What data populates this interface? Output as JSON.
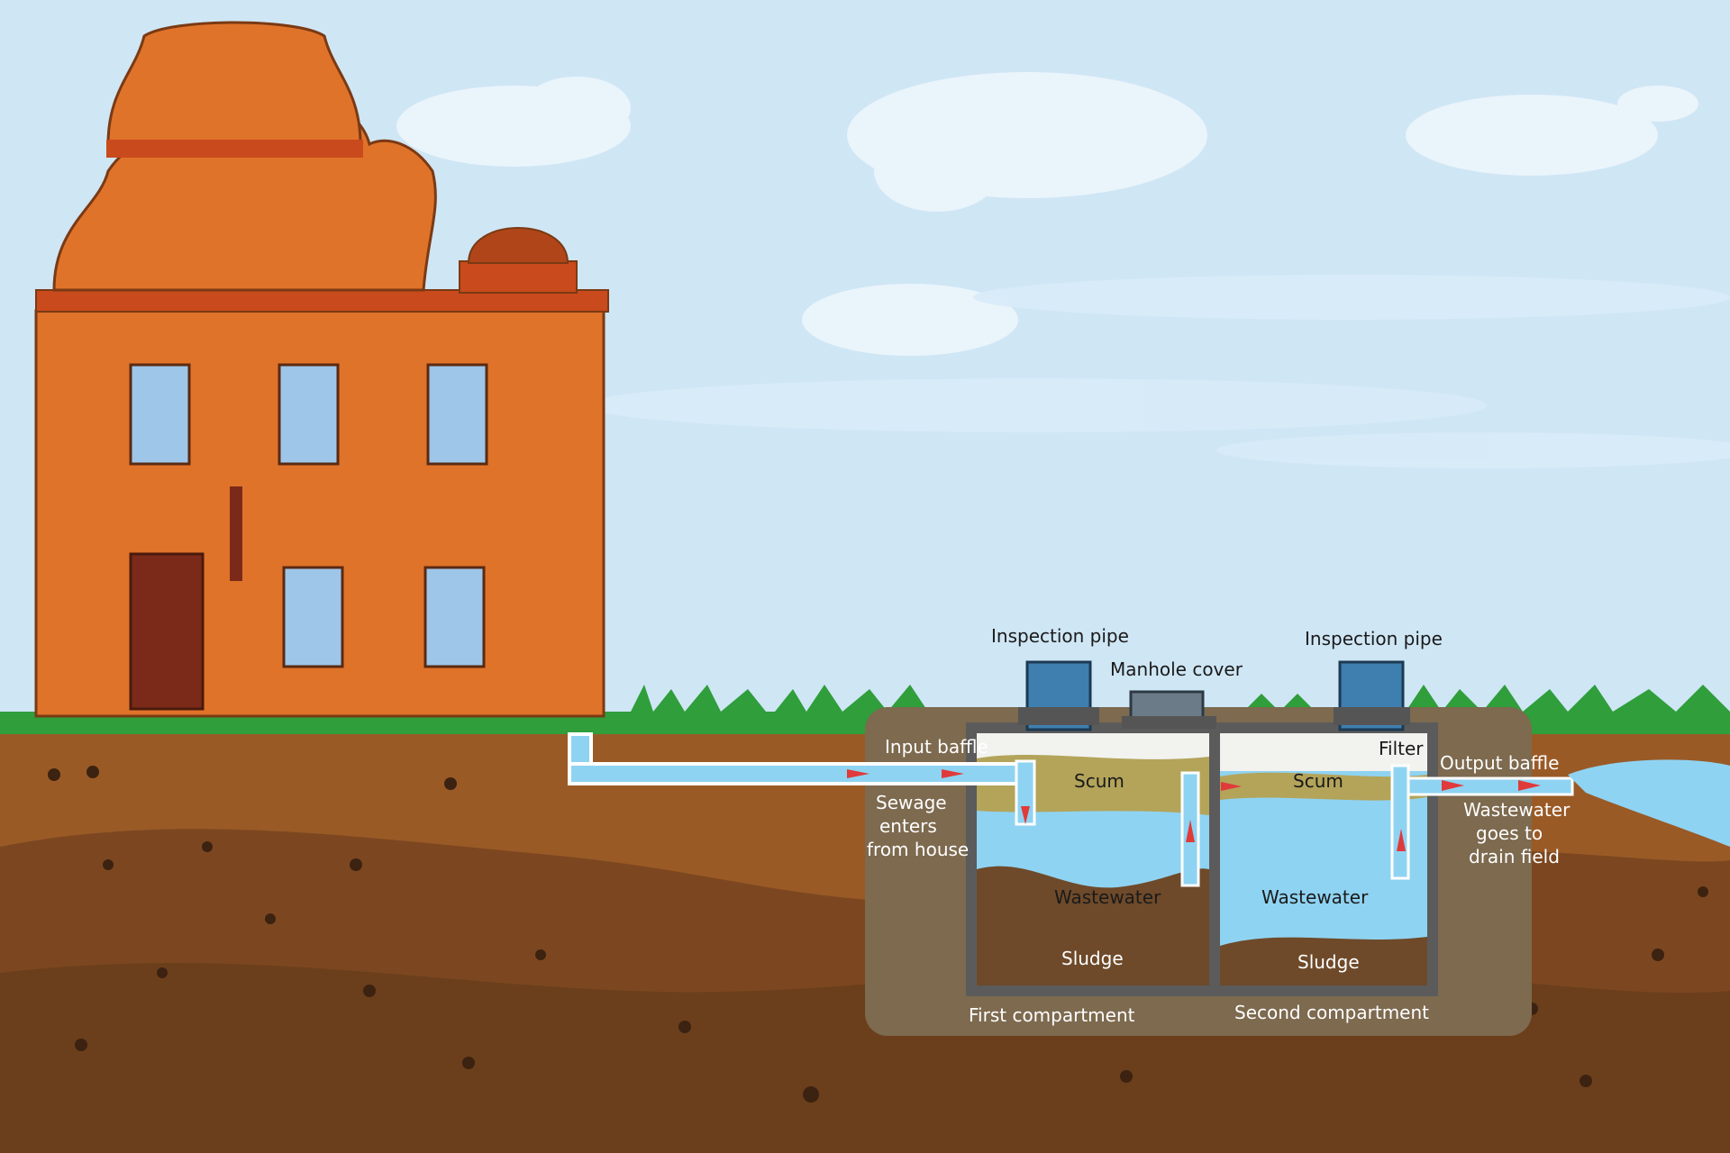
{
  "labels": {
    "inspection_pipe_1": "Inspection pipe",
    "inspection_pipe_2": "Inspection pipe",
    "manhole_cover": "Manhole cover",
    "input_baffle": "Input baffle",
    "filter": "Filter",
    "output_baffle": "Output baffle",
    "scum_1": "Scum",
    "scum_2": "Scum",
    "sewage_line1": "Sewage",
    "sewage_line2": "enters",
    "sewage_line3": "from house",
    "wastewater_1": "Wastewater",
    "wastewater_2": "Wastewater",
    "sludge_1": "Sludge",
    "sludge_2": "Sludge",
    "drain_line1": "Wastewater",
    "drain_line2": "goes to",
    "drain_line3": "drain field",
    "first_compartment": "First compartment",
    "second_compartment": "Second compartment"
  },
  "colors": {
    "sky": "#cfe6f5",
    "house_wall": "#e0732a",
    "roof_trim": "#c94a1c",
    "grass": "#2f9e3b",
    "soil_top": "#9a5a26",
    "soil_dark": "#6b3f1c",
    "tank_shell": "#7d6a4f",
    "water": "#8fd3f2",
    "scum": "#b3a45a",
    "sludge": "#6e4a2a",
    "flow_arrow": "#e03a3a"
  }
}
